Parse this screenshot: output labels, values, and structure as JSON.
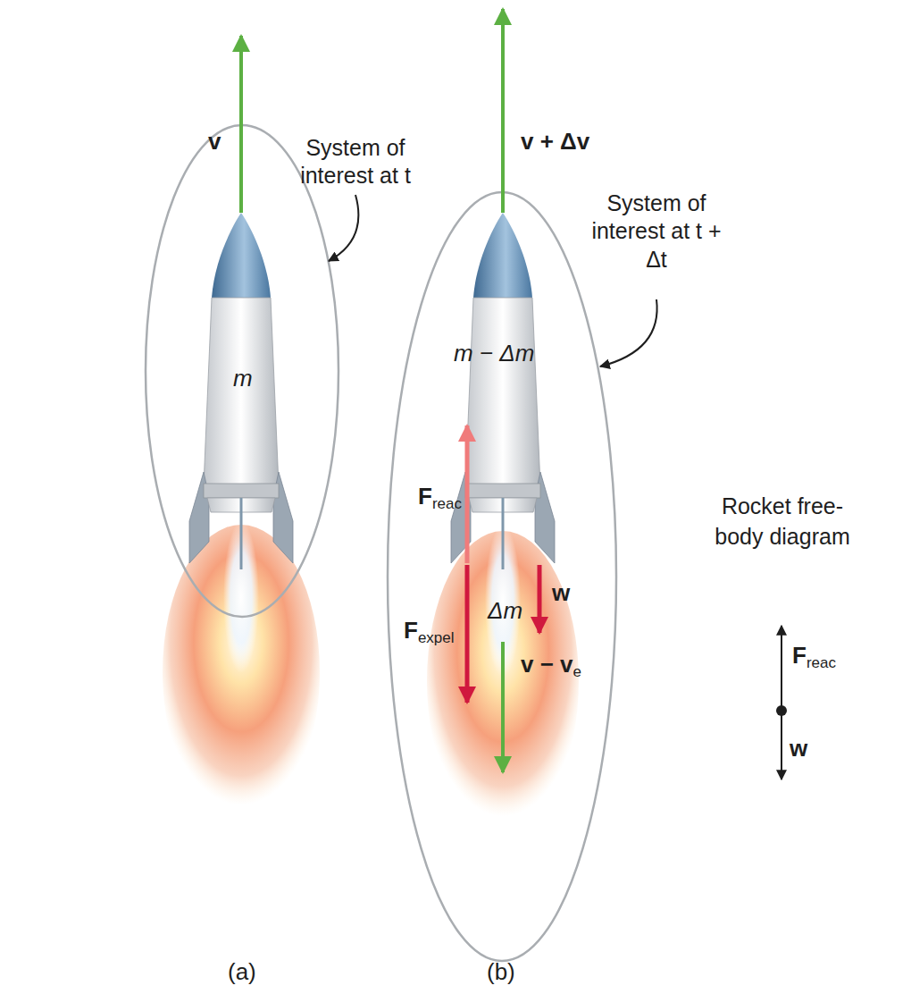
{
  "diagram": {
    "labels": [
      "v",
      "System of interest at t",
      "m",
      "v + Δv",
      "System of interest at t + Δt",
      "m − Δm",
      "F",
      "reac",
      "F",
      "expel",
      "Δm",
      "w",
      "v − v",
      "e",
      "Rocket free-body diagram",
      "F",
      "reac",
      "w",
      "(a)",
      "(b)"
    ]
  }
}
